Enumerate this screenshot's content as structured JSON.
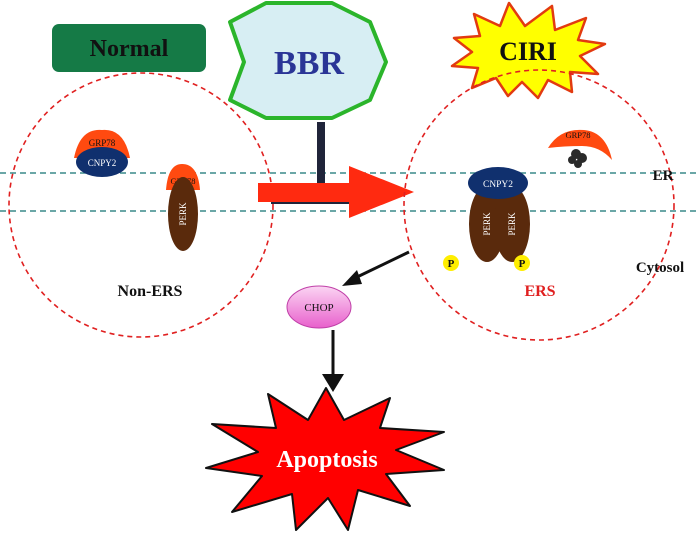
{
  "labels": {
    "normal": "Normal",
    "bbr": "BBR",
    "ciri": "CIRI",
    "er": "ER",
    "cytosol": "Cytosol",
    "non_ers": "Non-ERS",
    "ers": "ERS",
    "chop": "CHOP",
    "apoptosis": "Apoptosis",
    "grp78": "GRP78",
    "cnpy2": "CNPY2",
    "perk": "PERK",
    "p": "P"
  },
  "colors": {
    "normal_fill": "#157a46",
    "bbr_fill": "#d7eef3",
    "bbr_stroke": "#2bb52b",
    "bbr_text": "#2a3596",
    "ciri_fill": "#ffff00",
    "ciri_stroke": "#e23a10",
    "circle_stroke": "#e02020",
    "membrane": "#3a8a8a",
    "arrow_red": "#ff2a10",
    "grp78": "#ff4a10",
    "cnpy2": "#10306e",
    "perk": "#5a2a0c",
    "phospho": "#ffee00",
    "chop_fill": "#f07ad8",
    "apoptosis_fill": "#ff0000",
    "ers_text": "#e02020"
  }
}
